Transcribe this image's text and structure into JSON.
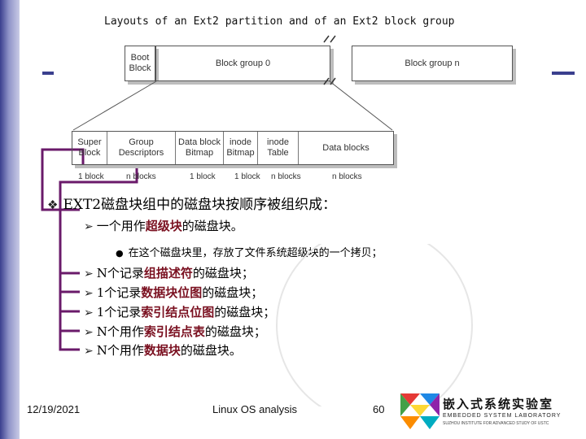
{
  "title": "Layouts of an Ext2 partition and of an Ext2 block group",
  "partition": {
    "boot_block": "Boot\nBlock",
    "group_0": "Block group 0",
    "group_n": "Block group n"
  },
  "group_layout": {
    "cells": [
      {
        "label": "Super\nBlock",
        "size": "1 block"
      },
      {
        "label": "Group\nDescriptors",
        "size": "n blocks"
      },
      {
        "label": "Data block\nBitmap",
        "size": "1 block"
      },
      {
        "label": "inode\nBitmap",
        "size": "1 block"
      },
      {
        "label": "inode\nTable",
        "size": "n blocks"
      },
      {
        "label": "Data blocks",
        "size": "n blocks"
      }
    ]
  },
  "heading": "EXT2磁盘块组中的磁盘块按顺序被组织成：",
  "items": [
    {
      "pre": "一个用作",
      "em": "超级块",
      "post": "的磁盘块。"
    },
    {
      "pre": "N个记录",
      "em": "组描述符",
      "post": "的磁盘块；"
    },
    {
      "pre": "1个记录",
      "em": "数据块位图",
      "post": "的磁盘块；"
    },
    {
      "pre": "1个记录",
      "em": "索引结点位图",
      "post": "的磁盘块；"
    },
    {
      "pre": "N个用作",
      "em": "索引结点表",
      "post": "的磁盘块；"
    },
    {
      "pre": "N个用作",
      "em": "数据块",
      "post": "的磁盘块。"
    }
  ],
  "sub_item": "在这个磁盘块里，存放了文件系统超级块的一个拷贝；",
  "footer": {
    "date": "12/19/2021",
    "course": "Linux OS analysis",
    "page": "60"
  },
  "logo": {
    "title": "嵌入式系统实验室",
    "subtitle": "EMBEDDED SYSTEM LABORATORY",
    "tagline": "SUZHOU INSTITUTE FOR ADVANCED STUDY OF USTC"
  },
  "colors": {
    "accent": "#7a1020",
    "bar": "#3a3f8e",
    "connector": "#6a1a6a"
  }
}
